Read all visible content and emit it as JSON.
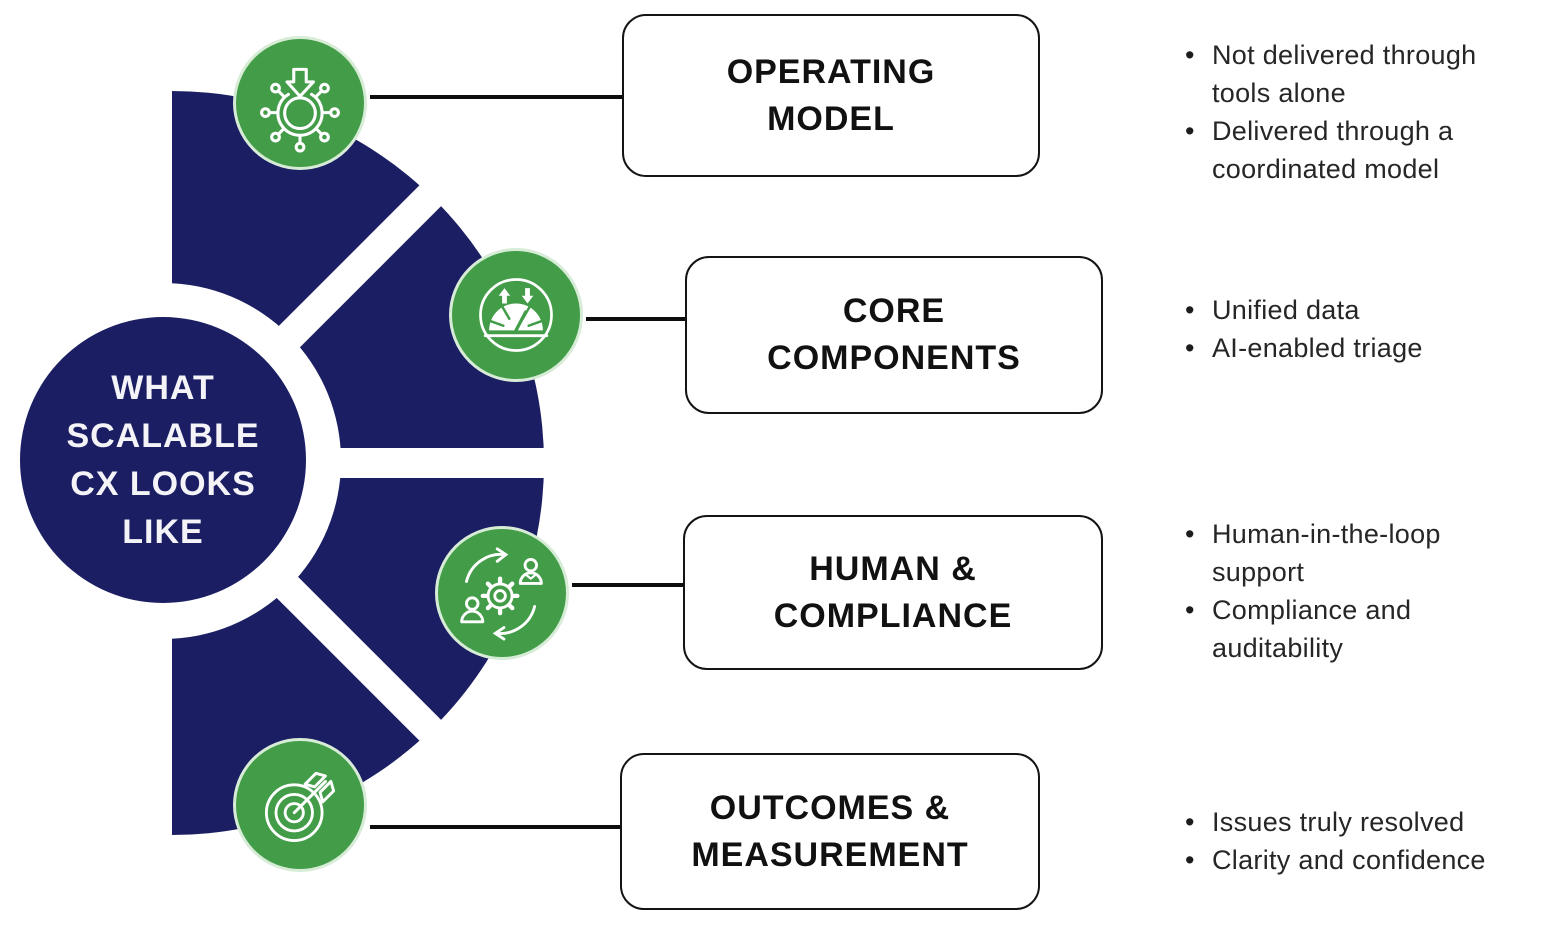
{
  "title": "WHAT SCALABLE CX LOOKS LIKE",
  "center": {
    "label": "WHAT\nSCALABLE\nCX LOOKS\nLIKE"
  },
  "colors": {
    "navy": "#1b1e63",
    "green": "#429c48",
    "icon_ring": "#d6ecd6",
    "connector_black": "#0d0d0d",
    "box_border": "#141414",
    "box_text": "#111111",
    "bullet_text": "#262626",
    "center_text": "#f3f3f8",
    "background": "#ffffff"
  },
  "bullet_marker": "•",
  "rows": [
    {
      "name": "operating-model",
      "icon": "hub-centralize-icon",
      "label": "OPERATING\nMODEL",
      "bullets": [
        "Not delivered through\ntools alone",
        "Delivered through a\ncoordinated model"
      ]
    },
    {
      "name": "core-components",
      "icon": "gauge-icon",
      "label": "CORE\nCOMPONENTS",
      "bullets": [
        "Unified data",
        "AI-enabled triage"
      ]
    },
    {
      "name": "human-compliance",
      "icon": "people-gear-cycle-icon",
      "label": "HUMAN &\nCOMPLIANCE",
      "bullets": [
        "Human-in-the-loop\nsupport",
        "Compliance and\nauditability"
      ]
    },
    {
      "name": "outcomes-measurement",
      "icon": "target-arrow-icon",
      "label": "OUTCOMES &\nMEASUREMENT",
      "bullets": [
        "Issues truly resolved",
        "Clarity and confidence"
      ]
    }
  ]
}
